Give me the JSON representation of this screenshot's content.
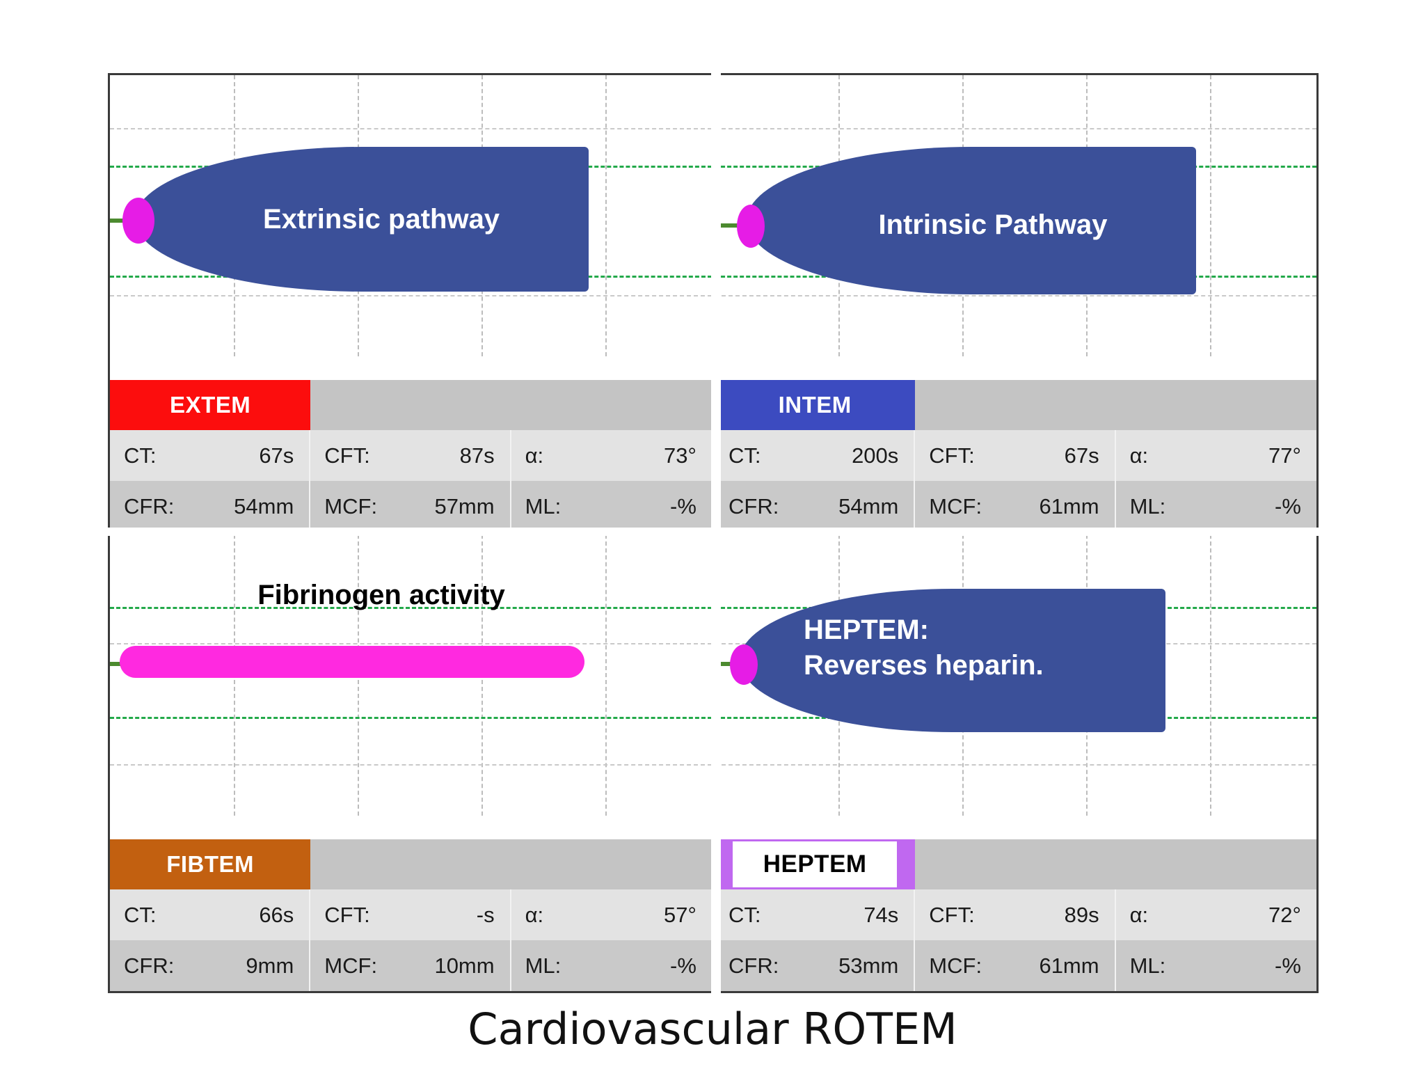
{
  "caption": "Cardiovascular ROTEM",
  "chart_data": {
    "type": "table",
    "title": "Cardiovascular ROTEM",
    "panels": [
      {
        "id": "extem",
        "tag": "EXTEM",
        "tag_color": "#fc0d0d",
        "trace_label": "Extrinsic pathway",
        "trace_color": "#3b5099",
        "metrics": [
          {
            "key": "CT:",
            "value": "67s"
          },
          {
            "key": "CFT:",
            "value": "87s"
          },
          {
            "key": "α:",
            "value": "73°"
          },
          {
            "key": "CFR:",
            "value": "54mm"
          },
          {
            "key": "MCF:",
            "value": "57mm"
          },
          {
            "key": "ML:",
            "value": "-%"
          }
        ]
      },
      {
        "id": "intem",
        "tag": "INTEM",
        "tag_color": "#3c4bc0",
        "trace_label": "Intrinsic Pathway",
        "trace_color": "#3b5099",
        "metrics": [
          {
            "key": "CT:",
            "value": "200s"
          },
          {
            "key": "CFT:",
            "value": "67s"
          },
          {
            "key": "α:",
            "value": "77°"
          },
          {
            "key": "CFR:",
            "value": "54mm"
          },
          {
            "key": "MCF:",
            "value": "61mm"
          },
          {
            "key": "ML:",
            "value": "-%"
          }
        ]
      },
      {
        "id": "fibtem",
        "tag": "FIBTEM",
        "tag_color": "#c26010",
        "trace_label": "Fibrinogen activity",
        "trace_color": "#ff29e0",
        "metrics": [
          {
            "key": "CT:",
            "value": "66s"
          },
          {
            "key": "CFT:",
            "value": "-s"
          },
          {
            "key": "α:",
            "value": "57°"
          },
          {
            "key": "CFR:",
            "value": "9mm"
          },
          {
            "key": "MCF:",
            "value": "10mm"
          },
          {
            "key": "ML:",
            "value": "-%"
          }
        ]
      },
      {
        "id": "heptem",
        "tag": "HEPTEM",
        "tag_color": "#c068f0",
        "trace_label": "HEPTEM:\nReverses heparin.",
        "trace_color": "#3b5099",
        "metrics": [
          {
            "key": "CT:",
            "value": "74s"
          },
          {
            "key": "CFT:",
            "value": "89s"
          },
          {
            "key": "α:",
            "value": "72°"
          },
          {
            "key": "CFR:",
            "value": "53mm"
          },
          {
            "key": "MCF:",
            "value": "61mm"
          },
          {
            "key": "ML:",
            "value": "-%"
          }
        ]
      }
    ],
    "reference_line_color": "#23a94a",
    "gridline_color": "#bcbcbc",
    "notes": "Four ROTEM temogram channels with amplitude-vs-time clot firmness traces and numeric parameter tables."
  },
  "panels": {
    "extem": {
      "tag": "EXTEM",
      "trace_label": "Extrinsic pathway",
      "ct_k": "CT:",
      "ct_v": "67s",
      "cft_k": "CFT:",
      "cft_v": "87s",
      "a_k": "α:",
      "a_v": "73°",
      "cfr_k": "CFR:",
      "cfr_v": "54mm",
      "mcf_k": "MCF:",
      "mcf_v": "57mm",
      "ml_k": "ML:",
      "ml_v": "-%"
    },
    "intem": {
      "tag": "INTEM",
      "trace_label": "Intrinsic Pathway",
      "ct_k": "CT:",
      "ct_v": "200s",
      "cft_k": "CFT:",
      "cft_v": "67s",
      "a_k": "α:",
      "a_v": "77°",
      "cfr_k": "CFR:",
      "cfr_v": "54mm",
      "mcf_k": "MCF:",
      "mcf_v": "61mm",
      "ml_k": "ML:",
      "ml_v": "-%"
    },
    "fibtem": {
      "tag": "FIBTEM",
      "trace_label": "Fibrinogen activity",
      "ct_k": "CT:",
      "ct_v": "66s",
      "cft_k": "CFT:",
      "cft_v": "-s",
      "a_k": "α:",
      "a_v": "57°",
      "cfr_k": "CFR:",
      "cfr_v": "9mm",
      "mcf_k": "MCF:",
      "mcf_v": "10mm",
      "ml_k": "ML:",
      "ml_v": "-%"
    },
    "heptem": {
      "tag": "HEPTEM",
      "trace_label": "HEPTEM:\nReverses heparin.",
      "ct_k": "CT:",
      "ct_v": "74s",
      "cft_k": "CFT:",
      "cft_v": "89s",
      "a_k": "α:",
      "a_v": "72°",
      "cfr_k": "CFR:",
      "cfr_v": "53mm",
      "mcf_k": "MCF:",
      "mcf_v": "61mm",
      "ml_k": "ML:",
      "ml_v": "-%"
    }
  }
}
